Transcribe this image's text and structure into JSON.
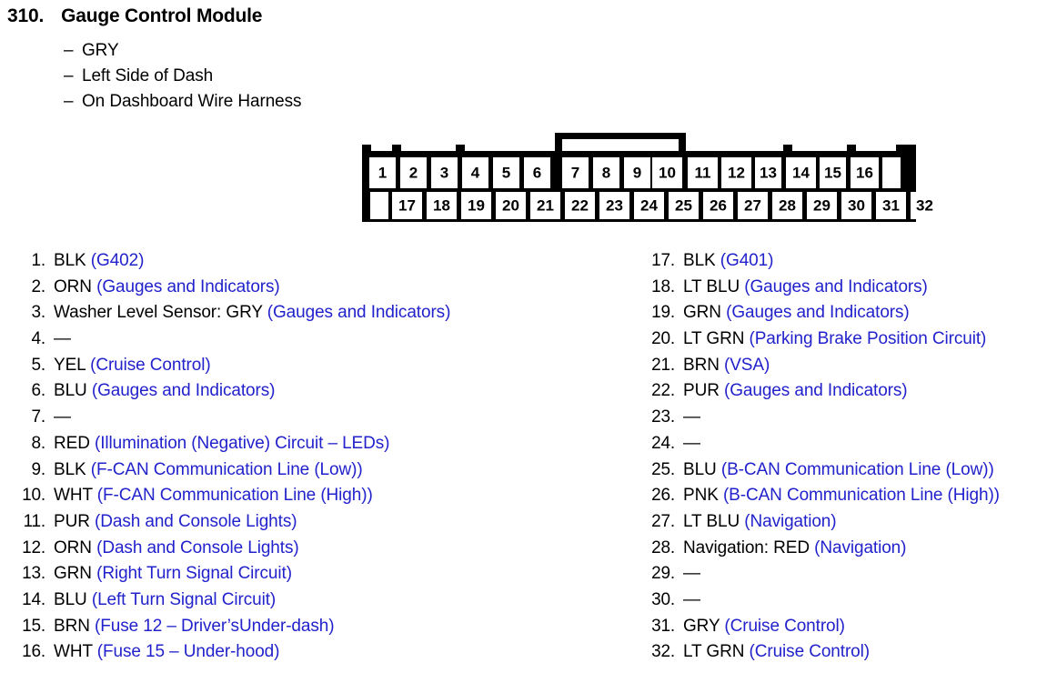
{
  "header": {
    "number": "310.",
    "title": "Gauge Control Module",
    "bullets": [
      {
        "dash": "–",
        "text": "GRY"
      },
      {
        "dash": "–",
        "text": "Left Side of Dash"
      },
      {
        "dash": "–",
        "text": "On Dashboard Wire Harness"
      }
    ]
  },
  "connector": {
    "name": "32-pin-connector",
    "top_row_pins": [
      "1",
      "2",
      "3",
      "4",
      "5",
      "6",
      "7",
      "8",
      "9",
      "10",
      "11",
      "12",
      "13",
      "14",
      "15",
      "16"
    ],
    "bottom_row_pins": [
      "17",
      "18",
      "19",
      "20",
      "21",
      "22",
      "23",
      "24",
      "25",
      "26",
      "27",
      "28",
      "29",
      "30",
      "31",
      "32"
    ]
  },
  "colors": {
    "circuit_text": "#2222cc",
    "wire_text": "#000000",
    "outline": "#000000",
    "background": "#ffffff"
  },
  "pins": {
    "left_column": [
      {
        "index": "1.",
        "wire": "BLK ",
        "circuit": "(G402)"
      },
      {
        "index": "2.",
        "wire": "ORN ",
        "circuit": "(Gauges and Indicators)"
      },
      {
        "index": "3.",
        "wire": "Washer Level Sensor: GRY ",
        "circuit": "(Gauges and Indicators)"
      },
      {
        "index": "4.",
        "wire": "—",
        "circuit": ""
      },
      {
        "index": "5.",
        "wire": "YEL ",
        "circuit": "(Cruise Control)"
      },
      {
        "index": "6.",
        "wire": "BLU ",
        "circuit": "(Gauges and Indicators)"
      },
      {
        "index": "7.",
        "wire": "—",
        "circuit": ""
      },
      {
        "index": "8.",
        "wire": "RED ",
        "circuit": "(Illumination (Negative) Circuit – LEDs)"
      },
      {
        "index": "9.",
        "wire": "BLK ",
        "circuit": "(F-CAN Communication Line (Low))"
      },
      {
        "index": "10.",
        "wire": "WHT ",
        "circuit": "(F-CAN Communication Line (High))"
      },
      {
        "index": "11.",
        "wire": "PUR ",
        "circuit": "(Dash and Console Lights)"
      },
      {
        "index": "12.",
        "wire": "ORN ",
        "circuit": "(Dash and Console Lights)"
      },
      {
        "index": "13.",
        "wire": "GRN ",
        "circuit": "(Right Turn Signal Circuit)"
      },
      {
        "index": "14.",
        "wire": "BLU ",
        "circuit": "(Left Turn Signal Circuit)"
      },
      {
        "index": "15.",
        "wire": "BRN ",
        "circuit": "(Fuse 12 – Driver’sUnder-dash)"
      },
      {
        "index": "16.",
        "wire": "WHT ",
        "circuit": "(Fuse 15 – Under-hood)"
      }
    ],
    "right_column": [
      {
        "index": "17.",
        "wire": "BLK ",
        "circuit": "(G401)"
      },
      {
        "index": "18.",
        "wire": "LT BLU ",
        "circuit": "(Gauges and Indicators)"
      },
      {
        "index": "19.",
        "wire": "GRN ",
        "circuit": "(Gauges and Indicators)"
      },
      {
        "index": "20.",
        "wire": "LT GRN ",
        "circuit": "(Parking Brake Position Circuit)"
      },
      {
        "index": "21.",
        "wire": "BRN ",
        "circuit": "(VSA)"
      },
      {
        "index": "22.",
        "wire": "PUR ",
        "circuit": "(Gauges and Indicators)"
      },
      {
        "index": "23.",
        "wire": "—",
        "circuit": ""
      },
      {
        "index": "24.",
        "wire": "—",
        "circuit": ""
      },
      {
        "index": "25.",
        "wire": "BLU ",
        "circuit": "(B-CAN Communication Line (Low))"
      },
      {
        "index": "26.",
        "wire": "PNK ",
        "circuit": "(B-CAN Communication Line (High))"
      },
      {
        "index": "27.",
        "wire": "LT BLU ",
        "circuit": "(Navigation)"
      },
      {
        "index": "28.",
        "wire": "Navigation: RED ",
        "circuit": "(Navigation)"
      },
      {
        "index": "29.",
        "wire": "—",
        "circuit": ""
      },
      {
        "index": "30.",
        "wire": "—",
        "circuit": ""
      },
      {
        "index": "31.",
        "wire": "GRY ",
        "circuit": "(Cruise Control)"
      },
      {
        "index": "32.",
        "wire": "LT GRN ",
        "circuit": "(Cruise Control)"
      }
    ]
  }
}
